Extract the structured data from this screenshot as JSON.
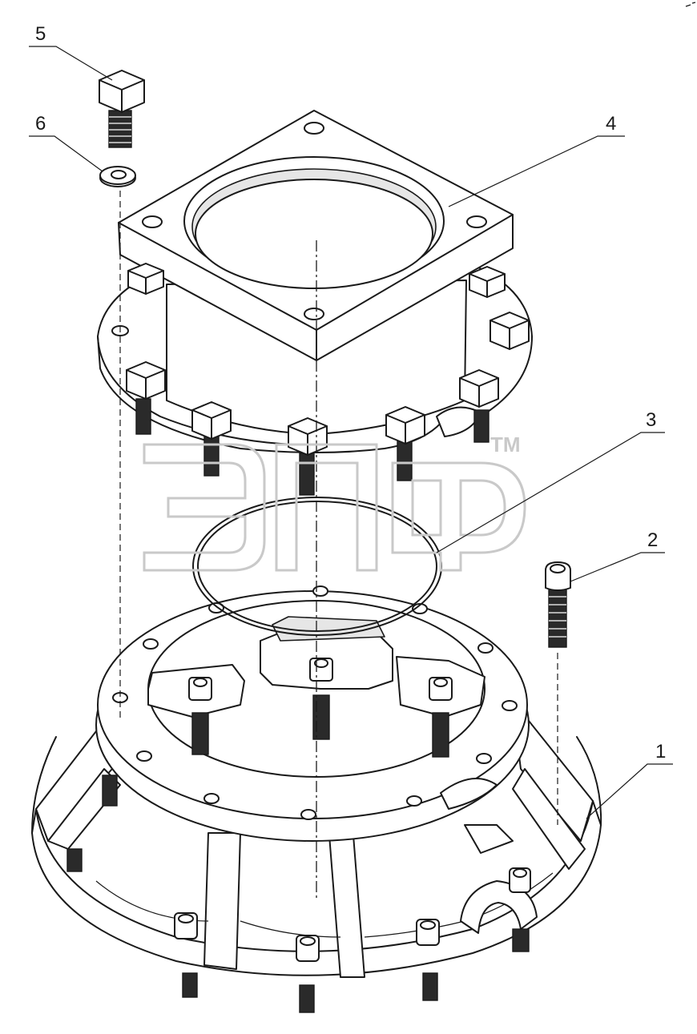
{
  "callouts": [
    {
      "id": "5",
      "label": "5"
    },
    {
      "id": "6",
      "label": "6"
    },
    {
      "id": "4",
      "label": "4"
    },
    {
      "id": "3",
      "label": "3"
    },
    {
      "id": "2",
      "label": "2"
    },
    {
      "id": "1",
      "label": "1"
    }
  ],
  "watermark": {
    "logo": "ЭПФ",
    "trademark": "TM"
  },
  "colors": {
    "line": "#1a1a1a",
    "fill": "#ffffff",
    "watermark": "#c9c9c9"
  }
}
